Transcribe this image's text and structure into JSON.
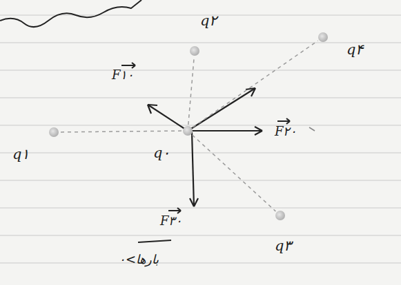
{
  "diagram": {
    "nodes": [
      {
        "text": [
          "q۲"
        ]
      },
      {
        "text": [
          "q۴"
        ]
      },
      {
        "text": [
          "q۱"
        ]
      },
      {
        "text": [
          "q۰"
        ]
      },
      {
        "text": [
          "q۳"
        ]
      }
    ],
    "edges": [
      {
        "from": 3,
        "to": 2,
        "arrow": "none"
      },
      {
        "from": 3,
        "to": 0,
        "arrow": "none"
      },
      {
        "from": 3,
        "to": 1,
        "arrow": "none"
      },
      {
        "from": 3,
        "to": 4,
        "arrow": "none"
      }
    ],
    "labels": [
      "F۱۰",
      "F۲۰",
      "F۳۰",
      "بارها>۰"
    ]
  }
}
